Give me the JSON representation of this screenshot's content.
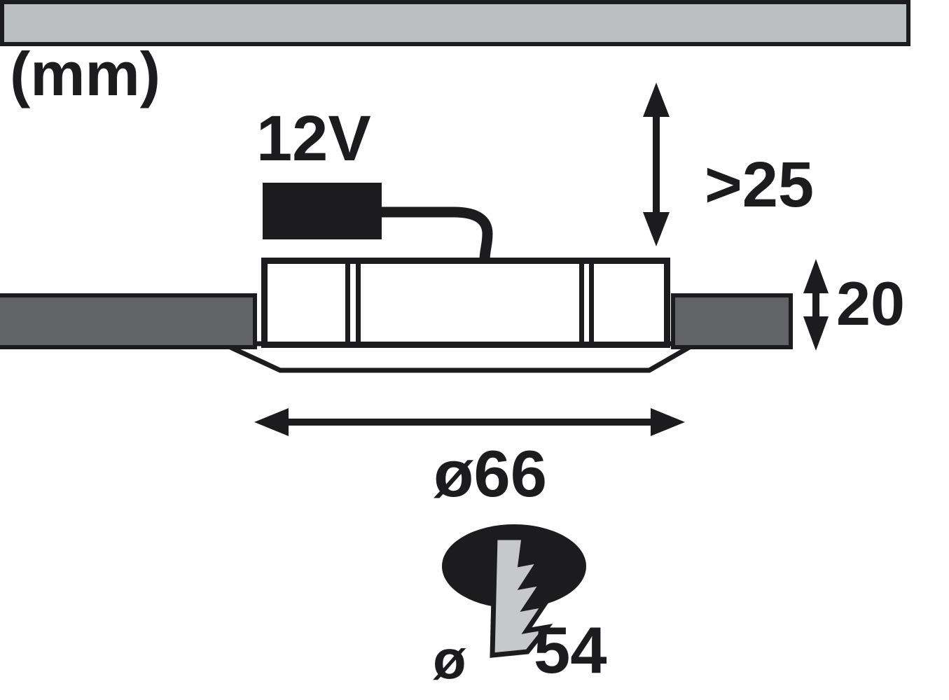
{
  "diagram": {
    "title": "recessed-spotlight-installation-dimensions",
    "unit_label": "(mm)",
    "transformer_label": "12V",
    "dimensions": {
      "clearance_above": ">25",
      "recess_depth": "20",
      "bezel_diameter": "ø66",
      "cutout_diameter_symbol": "ø",
      "cutout_diameter_value": "54"
    },
    "colors": {
      "panel_light": "#bbbec0",
      "panel_dark": "#626366",
      "line": "#1c1c1e",
      "blade_gray": "#c6c8ca",
      "background": "#ffffff"
    }
  }
}
